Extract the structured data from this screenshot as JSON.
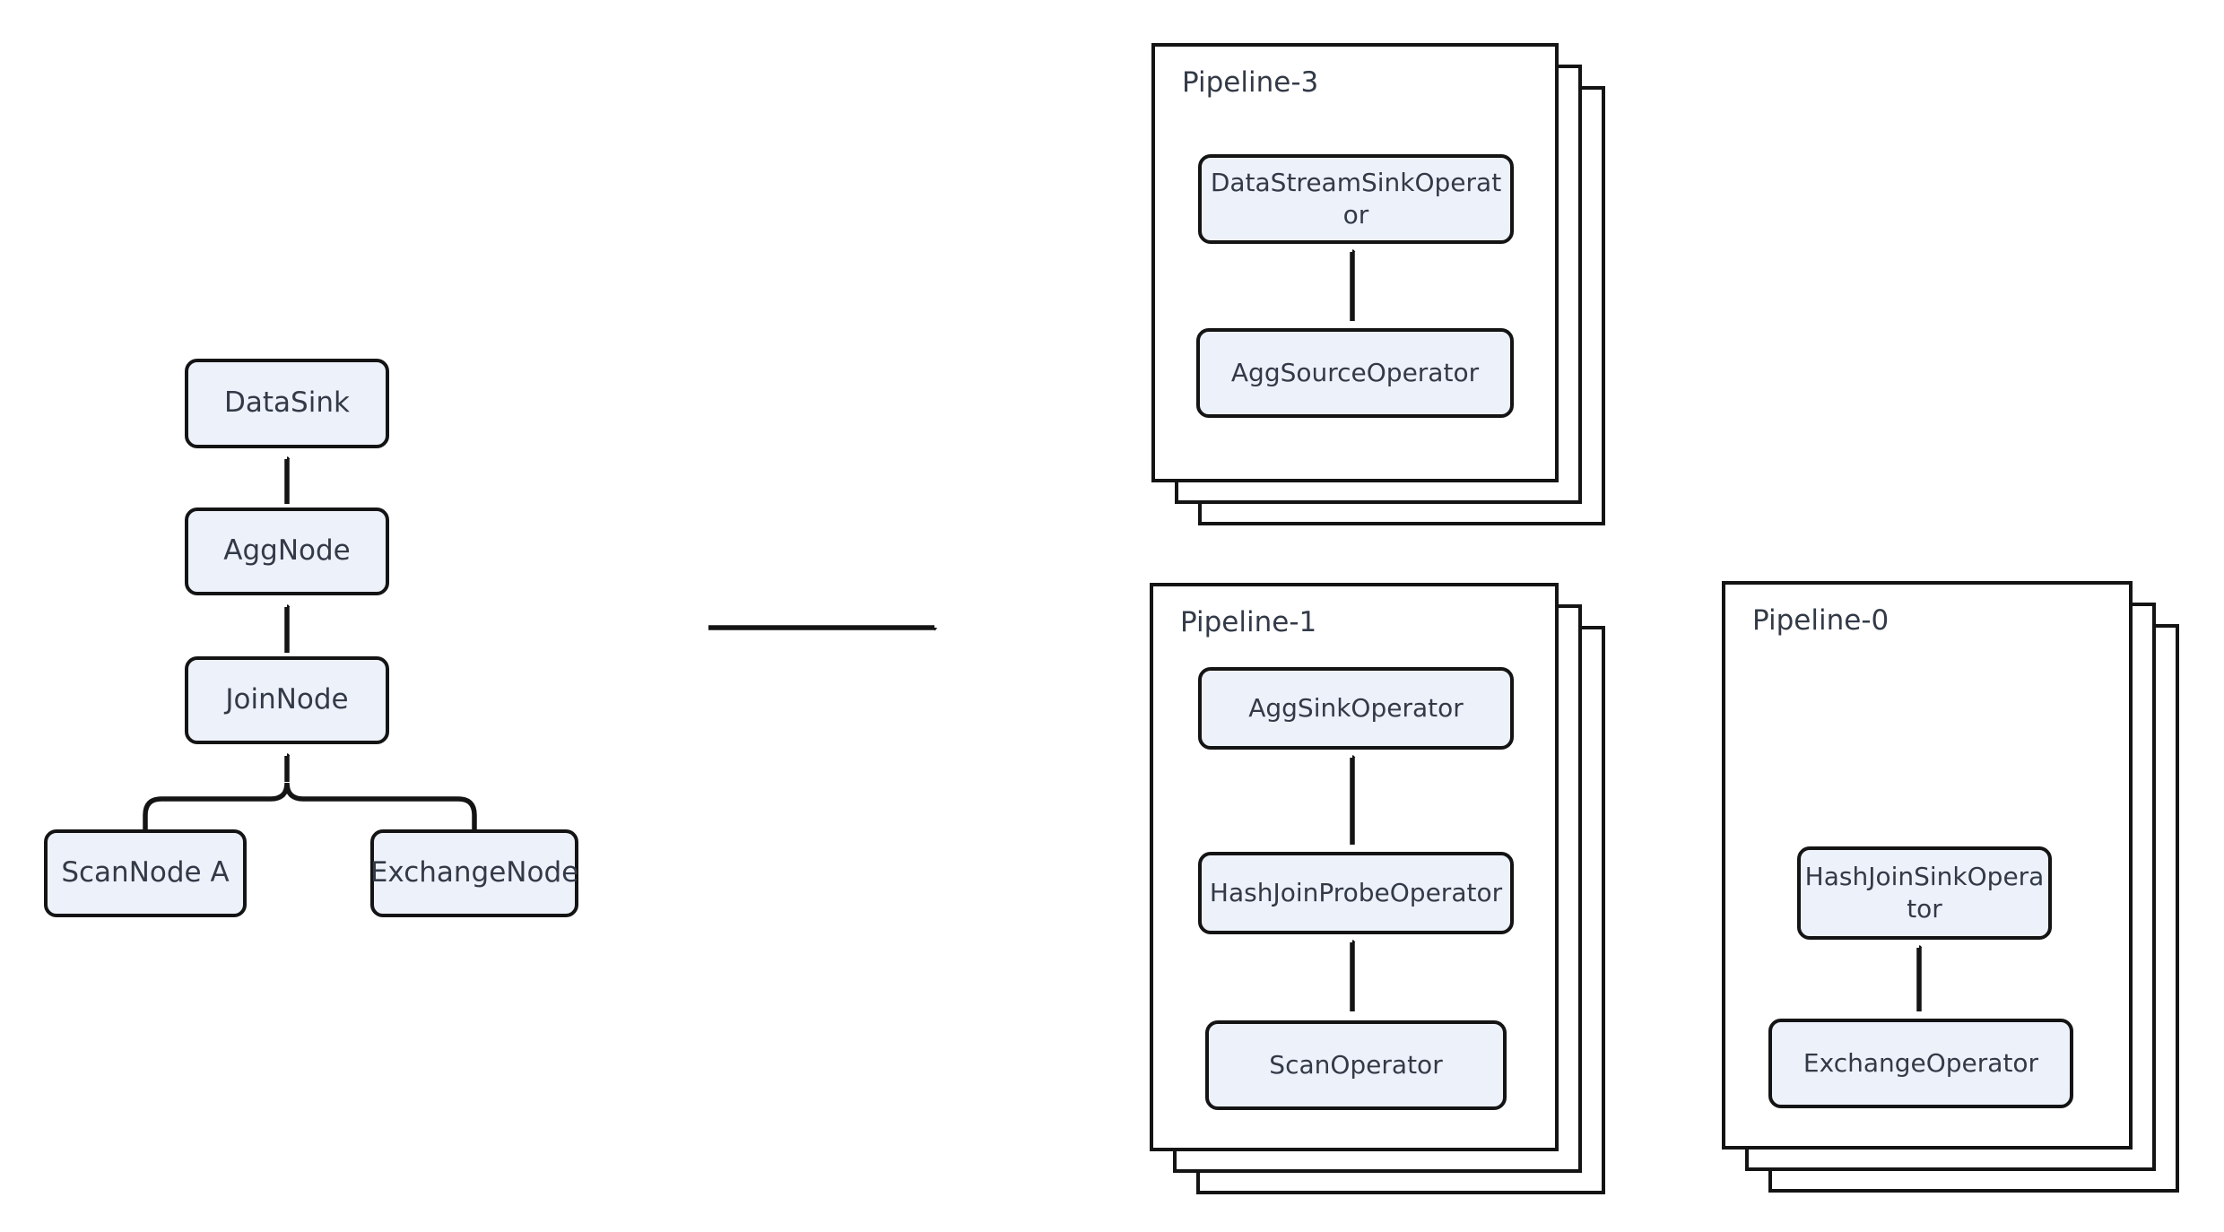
{
  "plan_tree": {
    "nodes": [
      {
        "id": "datasink",
        "label": "DataSink"
      },
      {
        "id": "aggnode",
        "label": "AggNode"
      },
      {
        "id": "joinnode",
        "label": "JoinNode"
      },
      {
        "id": "scannode-a",
        "label": "ScanNode A"
      },
      {
        "id": "exchangenode",
        "label": "ExchangeNode"
      }
    ]
  },
  "pipelines": [
    {
      "title": "Pipeline-3",
      "operators": [
        {
          "label": "DataStreamSinkOperator"
        },
        {
          "label": "AggSourceOperator"
        }
      ]
    },
    {
      "title": "Pipeline-1",
      "operators": [
        {
          "label": "AggSinkOperator"
        },
        {
          "label": "HashJoinProbeOperator"
        },
        {
          "label": "ScanOperator"
        }
      ]
    },
    {
      "title": "Pipeline-0",
      "operators": [
        {
          "label": "HashJoinSinkOperator"
        },
        {
          "label": "ExchangeOperator"
        }
      ]
    }
  ],
  "colors": {
    "node_fill": "#edf1fa",
    "stroke": "#141414",
    "text": "#333a47",
    "card_fill": "#ffffff"
  }
}
